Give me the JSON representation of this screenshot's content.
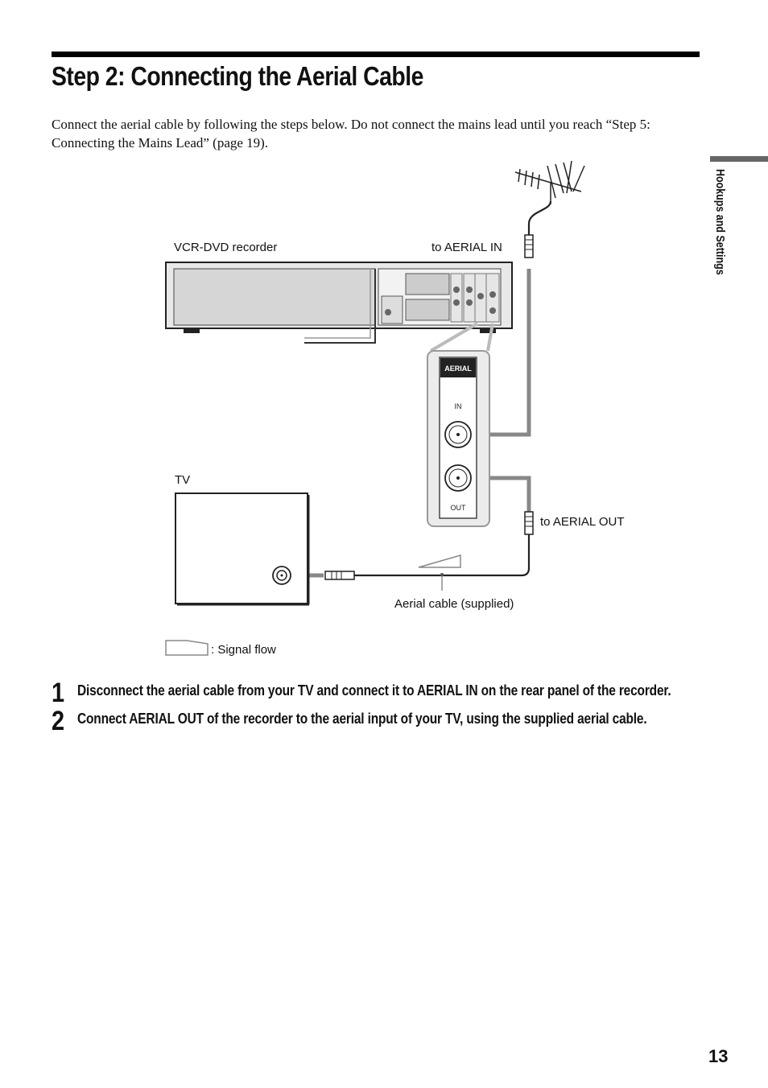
{
  "page": {
    "title": "Step 2: Connecting the Aerial Cable",
    "intro": "Connect the aerial cable by following the steps below. Do not connect the mains lead until you reach “Step 5: Connecting the Mains Lead” (page 19).",
    "side_tab": "Hookups and Settings",
    "page_number": "13"
  },
  "diagram": {
    "labels": {
      "recorder": "VCR-DVD recorder",
      "aerial_in": "to AERIAL IN",
      "tv": "TV",
      "aerial_out": "to AERIAL OUT",
      "cable": "Aerial cable (supplied)",
      "signal_flow": ": Signal flow"
    },
    "panel": {
      "heading": "AERIAL",
      "in": "IN",
      "out": "OUT"
    }
  },
  "steps": [
    {
      "number": "1",
      "text": "Disconnect the aerial cable from your TV and connect it to AERIAL IN on the rear panel of the recorder."
    },
    {
      "number": "2",
      "text": "Connect AERIAL OUT of the recorder to the aerial input of your TV, using the supplied aerial cable."
    }
  ]
}
